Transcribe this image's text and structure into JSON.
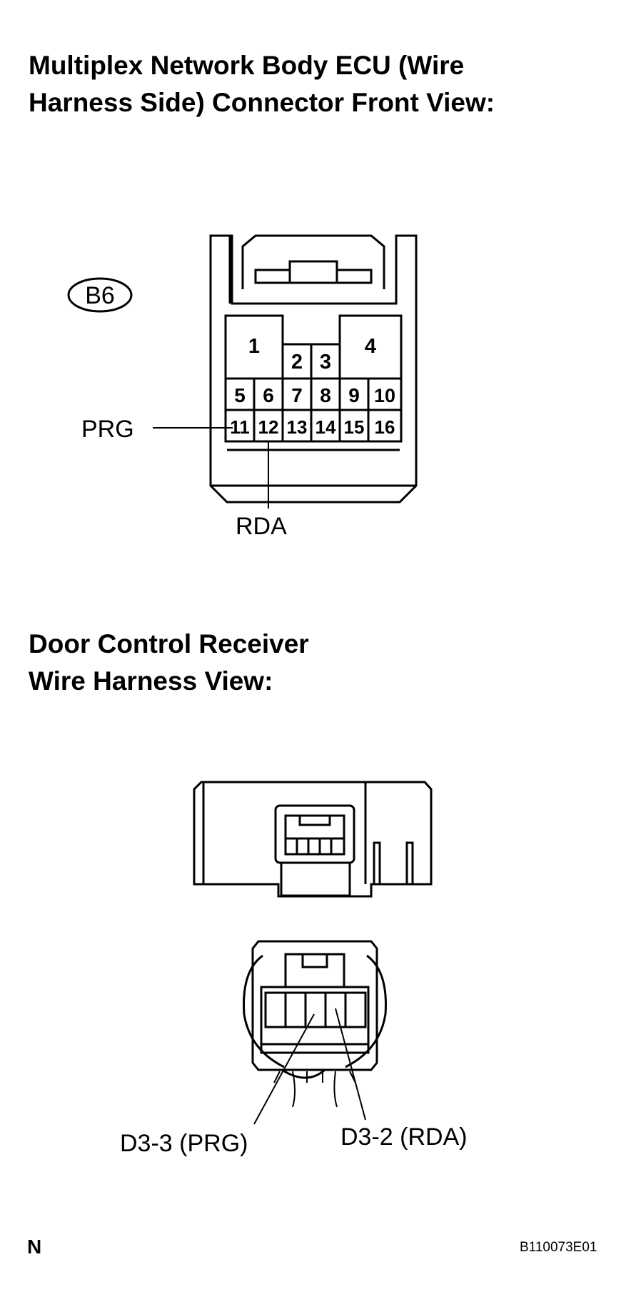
{
  "section1": {
    "title_line1": "Multiplex Network Body ECU (Wire",
    "title_line2": "Harness Side) Connector Front View:",
    "connector_code": "B6",
    "pins_row1": [
      "1",
      "2",
      "3",
      "4"
    ],
    "pins_row2": [
      "5",
      "6",
      "7",
      "8",
      "9",
      "10"
    ],
    "pins_row3": [
      "11",
      "12",
      "13",
      "14",
      "15",
      "16"
    ],
    "label_prg": "PRG",
    "label_rda": "RDA"
  },
  "section2": {
    "title_line1": "Door Control Receiver",
    "title_line2": "Wire Harness View:",
    "label_d3_3": "D3-3 (PRG)",
    "label_d3_2": "D3-2 (RDA)"
  },
  "footer": {
    "page_letter": "N",
    "figure_code": "B110073E01"
  }
}
